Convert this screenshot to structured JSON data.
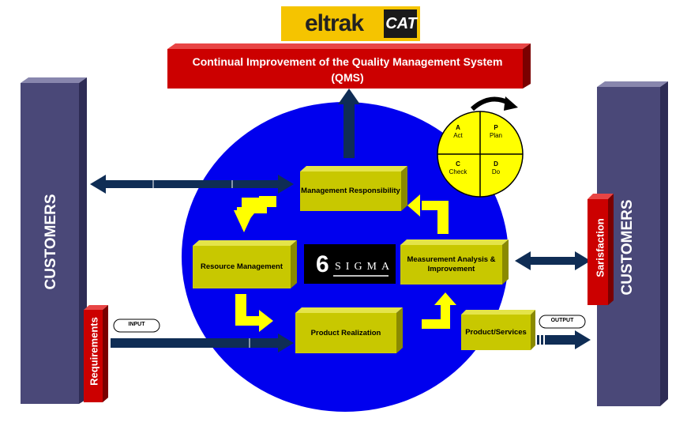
{
  "logo": {
    "brand": "eltrak",
    "partner": "CAT"
  },
  "header": {
    "title_line1": "Continual Improvement of the Quality Management System",
    "title_line2": "(QMS)"
  },
  "customers_left": "CUSTOMERS",
  "customers_right": "CUSTOMERS",
  "requirements": "Requirements",
  "satisfaction": "Sarisfaction",
  "input": "INPUT",
  "output": "OUTPUT",
  "boxes": {
    "management": "Management Responsibility",
    "resource": "Resource Management",
    "measurement_line1": "Measurement Analysis &",
    "measurement_line2": "Improvement",
    "product_realization": "Product Realization",
    "product_services": "Product/Services"
  },
  "sigma": {
    "six": "6",
    "word": "SIGMA"
  },
  "pdca": {
    "act": {
      "letter": "A",
      "word": "Act"
    },
    "plan": {
      "letter": "P",
      "word": "Plan"
    },
    "check": {
      "letter": "C",
      "word": "Check"
    },
    "do": {
      "letter": "D",
      "word": "Do"
    }
  },
  "colors": {
    "circle": "#0000ee",
    "pillar": "#4a4878",
    "red": "#cc0000",
    "box": "#c8c800",
    "arrow": "#ffff00",
    "navy_arrow": "#0f2d55"
  }
}
